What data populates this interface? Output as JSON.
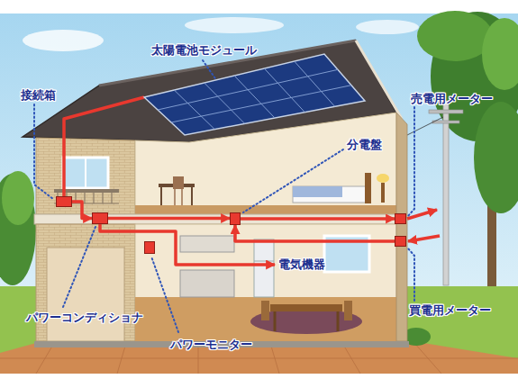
{
  "diagram": {
    "nodes": [
      {
        "text": [
          "太陽電池モジュール"
        ]
      },
      {
        "text": [
          "接続箱"
        ]
      },
      {
        "text": [
          "売電用メーター"
        ]
      },
      {
        "text": [
          "分電盤"
        ]
      },
      {
        "text": [
          "電気機器"
        ]
      },
      {
        "text": [
          "パワーコンディショナ"
        ]
      },
      {
        "text": [
          "パワーモニター"
        ]
      },
      {
        "text": [
          "買電用メーター"
        ]
      }
    ],
    "edges": [
      {
        "from": 0,
        "to": 1,
        "arrow": "none"
      },
      {
        "from": 1,
        "to": 5,
        "arrow": "to"
      },
      {
        "from": 5,
        "to": 3,
        "arrow": "to"
      },
      {
        "from": 5,
        "to": 4,
        "arrow": "to"
      },
      {
        "from": 3,
        "to": 2,
        "arrow": "to"
      },
      {
        "from": 7,
        "to": 3,
        "arrow": "to"
      }
    ]
  }
}
